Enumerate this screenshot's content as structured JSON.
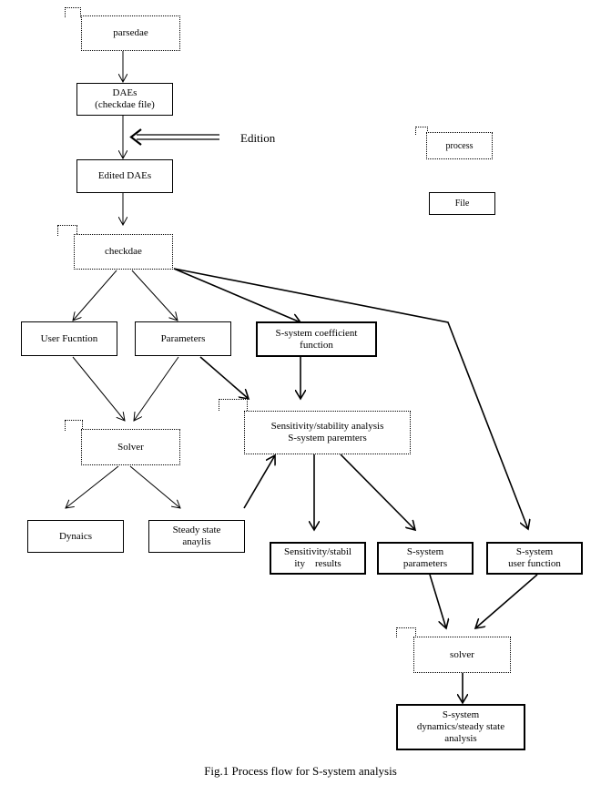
{
  "nodes": {
    "parsedae": "parsedae",
    "daes": [
      "DAEs",
      "(checkdae file)"
    ],
    "edited_daes": "Edited DAEs",
    "legend_process": "process",
    "legend_file": "File",
    "checkdae": "checkdae",
    "user_function": "User Fucntion",
    "parameters": "Parameters",
    "ssystem_coeff": [
      "S-system coefficient",
      "function"
    ],
    "sensitivity": [
      "Sensitivity/stability analysis",
      "S-system paremters"
    ],
    "solver1": "Solver",
    "dynamics": "Dynaics",
    "steady_state": [
      "Steady state",
      "anaylis"
    ],
    "sens_results": [
      "Sensitivity/stabil",
      "ity    results"
    ],
    "ss_parameters": [
      "S-system",
      "parameters"
    ],
    "ss_user_function": [
      "S-system",
      "user function"
    ],
    "solver2": "solver",
    "ss_dynamics": [
      "S-system",
      "dynamics/steady state",
      "analysis"
    ]
  },
  "edition_label": "Edition",
  "caption": "Fig.1 Process flow for S-system analysis"
}
